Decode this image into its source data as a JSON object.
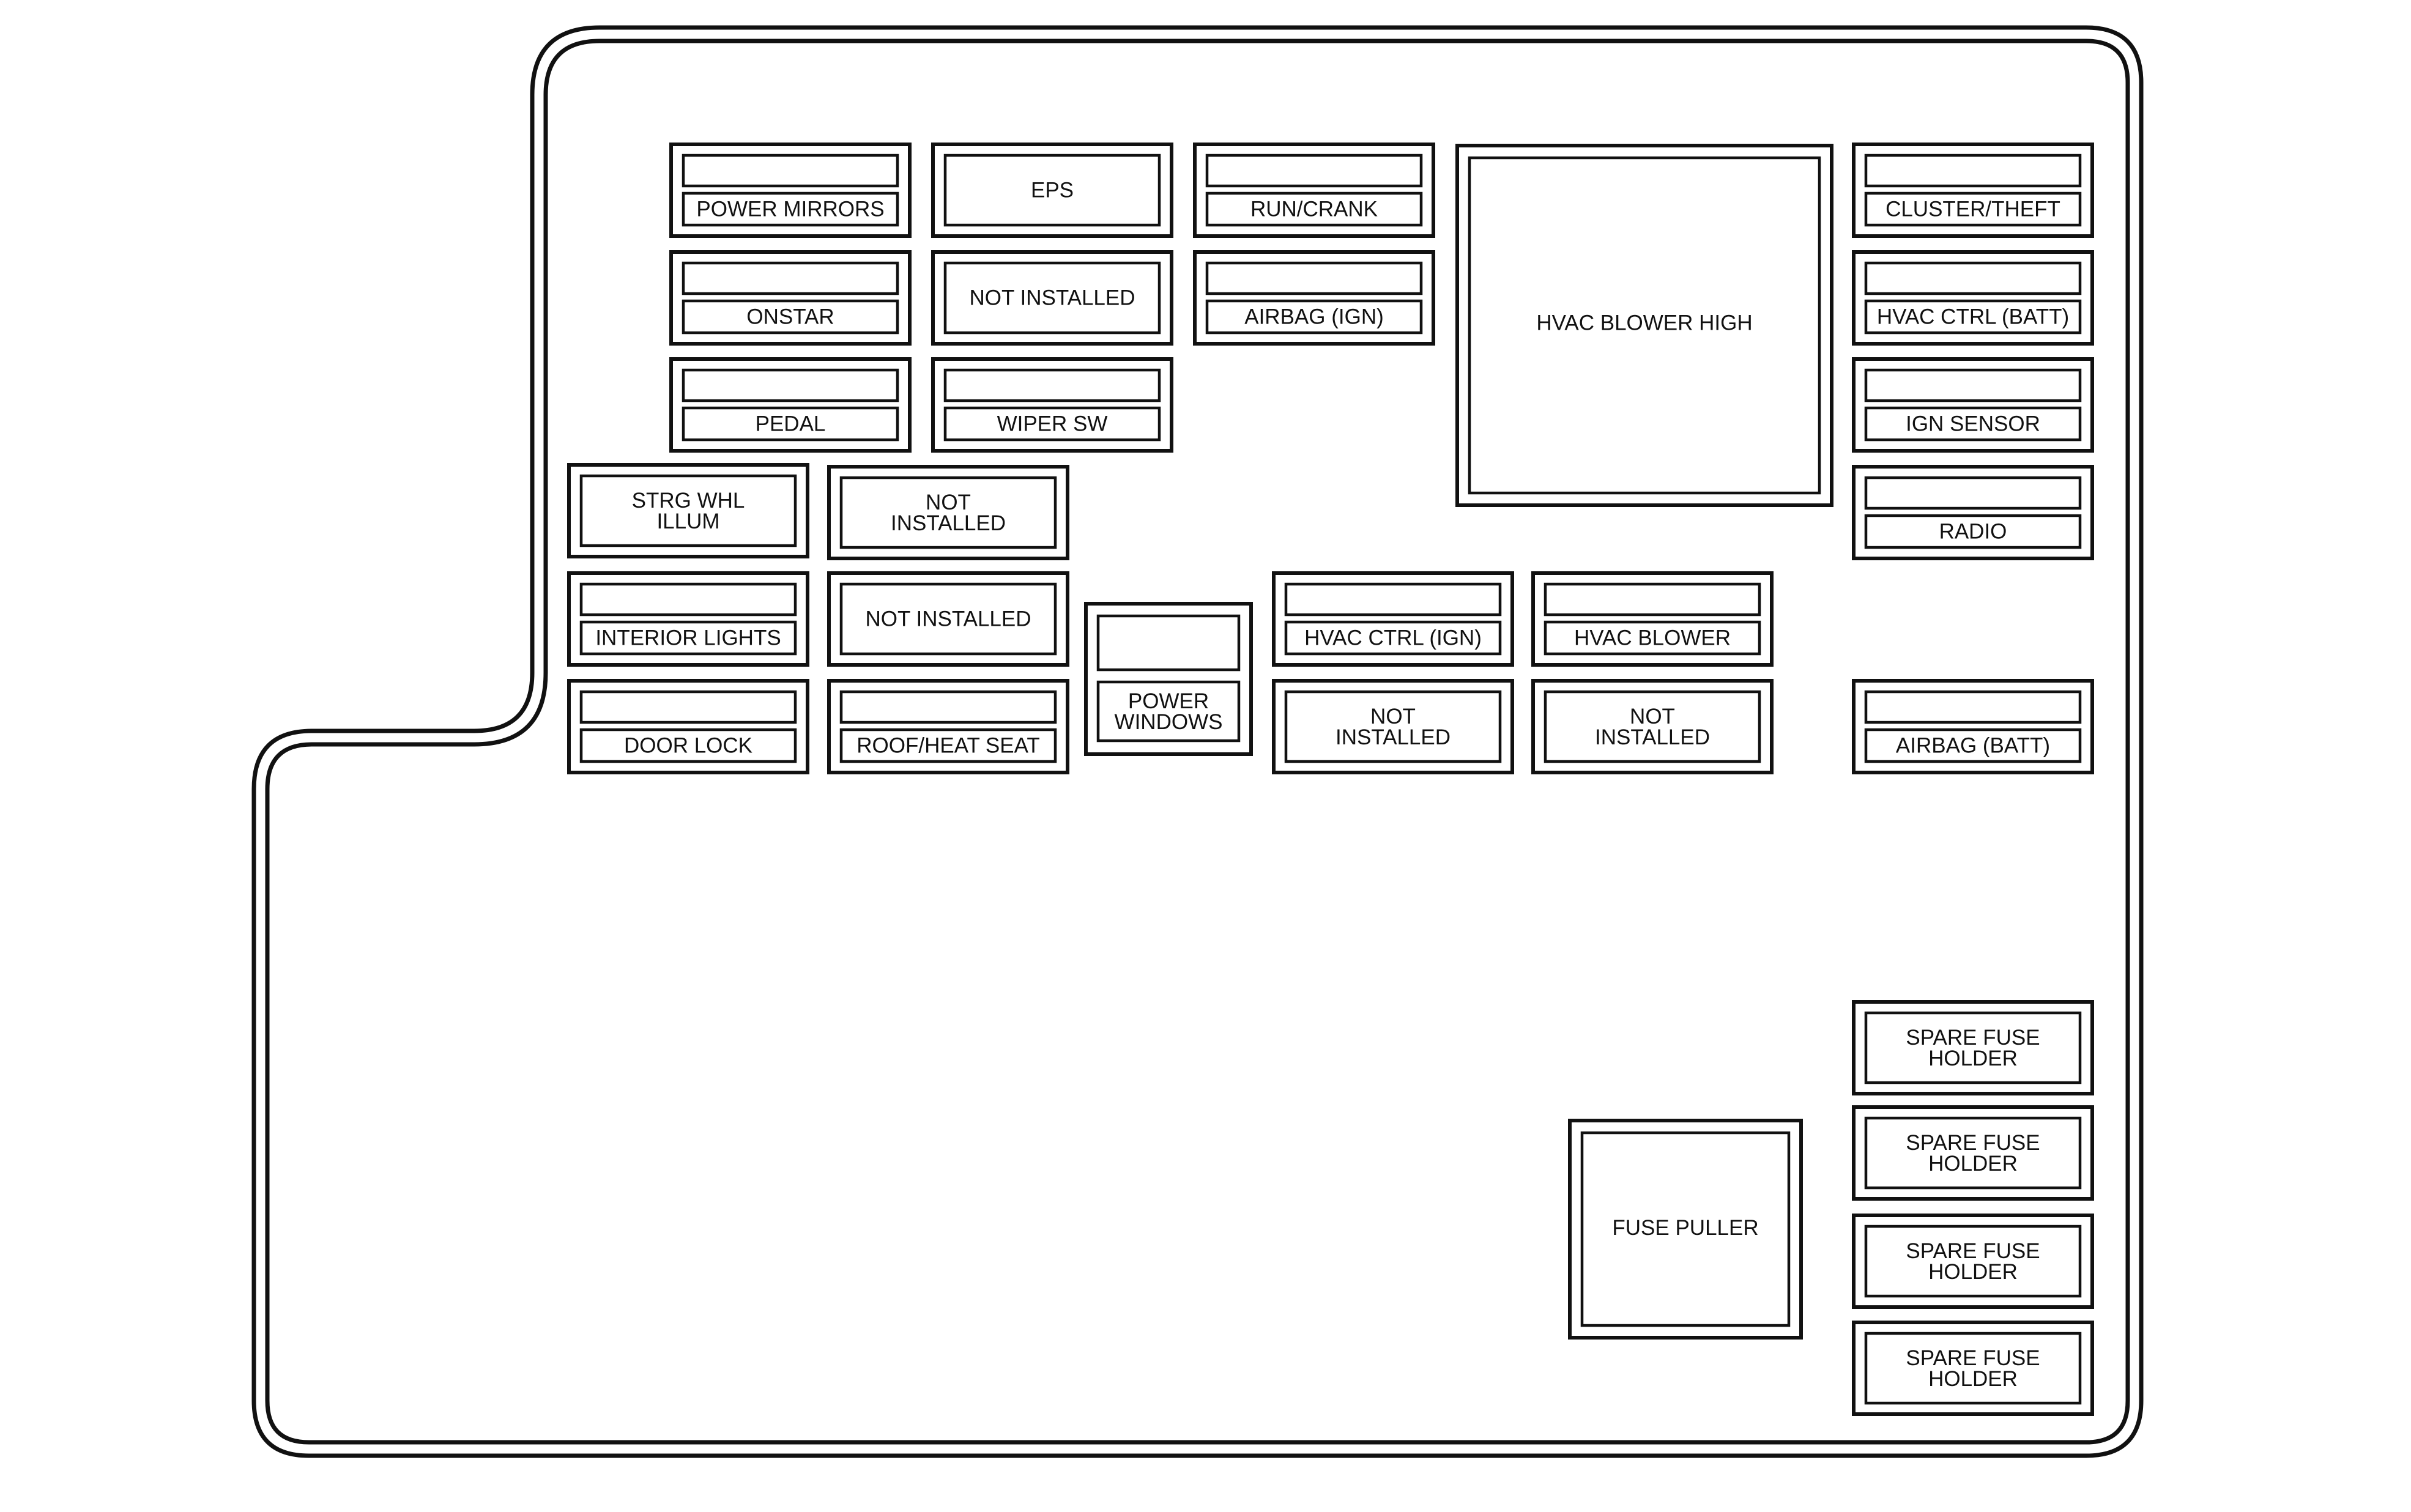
{
  "fuse_block": {
    "fuses": [
      {
        "id": "power-mirrors",
        "label": "POWER MIRRORS"
      },
      {
        "id": "eps",
        "label": "EPS"
      },
      {
        "id": "run-crank",
        "label": "RUN/CRANK"
      },
      {
        "id": "cluster-theft",
        "label": "CLUSTER/THEFT"
      },
      {
        "id": "onstar",
        "label": "ONSTAR"
      },
      {
        "id": "not-installed-1",
        "label": "NOT INSTALLED"
      },
      {
        "id": "airbag-ign",
        "label": "AIRBAG (IGN)"
      },
      {
        "id": "hvac-ctrl-batt",
        "label": "HVAC CTRL (BATT)"
      },
      {
        "id": "pedal",
        "label": "PEDAL"
      },
      {
        "id": "wiper-sw",
        "label": "WIPER SW"
      },
      {
        "id": "ign-sensor",
        "label": "IGN SENSOR"
      },
      {
        "id": "strg-whl-illum",
        "label": [
          "STRG WHL",
          "ILLUM"
        ]
      },
      {
        "id": "not-installed-2",
        "label": [
          "NOT",
          "INSTALLED"
        ]
      },
      {
        "id": "radio",
        "label": "RADIO"
      },
      {
        "id": "interior-lights",
        "label": "INTERIOR LIGHTS"
      },
      {
        "id": "not-installed-3",
        "label": "NOT INSTALLED"
      },
      {
        "id": "hvac-ctrl-ign",
        "label": "HVAC CTRL (IGN)"
      },
      {
        "id": "hvac-blower",
        "label": "HVAC BLOWER"
      },
      {
        "id": "door-lock",
        "label": "DOOR LOCK"
      },
      {
        "id": "roof-heat-seat",
        "label": "ROOF/HEAT SEAT"
      },
      {
        "id": "power-windows",
        "label": [
          "POWER",
          "WINDOWS"
        ]
      },
      {
        "id": "not-installed-4",
        "label": [
          "NOT",
          "INSTALLED"
        ]
      },
      {
        "id": "not-installed-5",
        "label": [
          "NOT",
          "INSTALLED"
        ]
      },
      {
        "id": "airbag-batt",
        "label": "AIRBAG (BATT)"
      }
    ],
    "relay": {
      "id": "hvac-blower-high",
      "label": "HVAC BLOWER HIGH"
    },
    "fuse_puller": {
      "id": "fuse-puller",
      "label": "FUSE PULLER"
    },
    "spare_holders": [
      {
        "id": "spare-fuse-holder-1",
        "label": [
          "SPARE FUSE",
          "HOLDER"
        ]
      },
      {
        "id": "spare-fuse-holder-2",
        "label": [
          "SPARE FUSE",
          "HOLDER"
        ]
      },
      {
        "id": "spare-fuse-holder-3",
        "label": [
          "SPARE FUSE",
          "HOLDER"
        ]
      },
      {
        "id": "spare-fuse-holder-4",
        "label": [
          "SPARE FUSE",
          "HOLDER"
        ]
      }
    ]
  }
}
